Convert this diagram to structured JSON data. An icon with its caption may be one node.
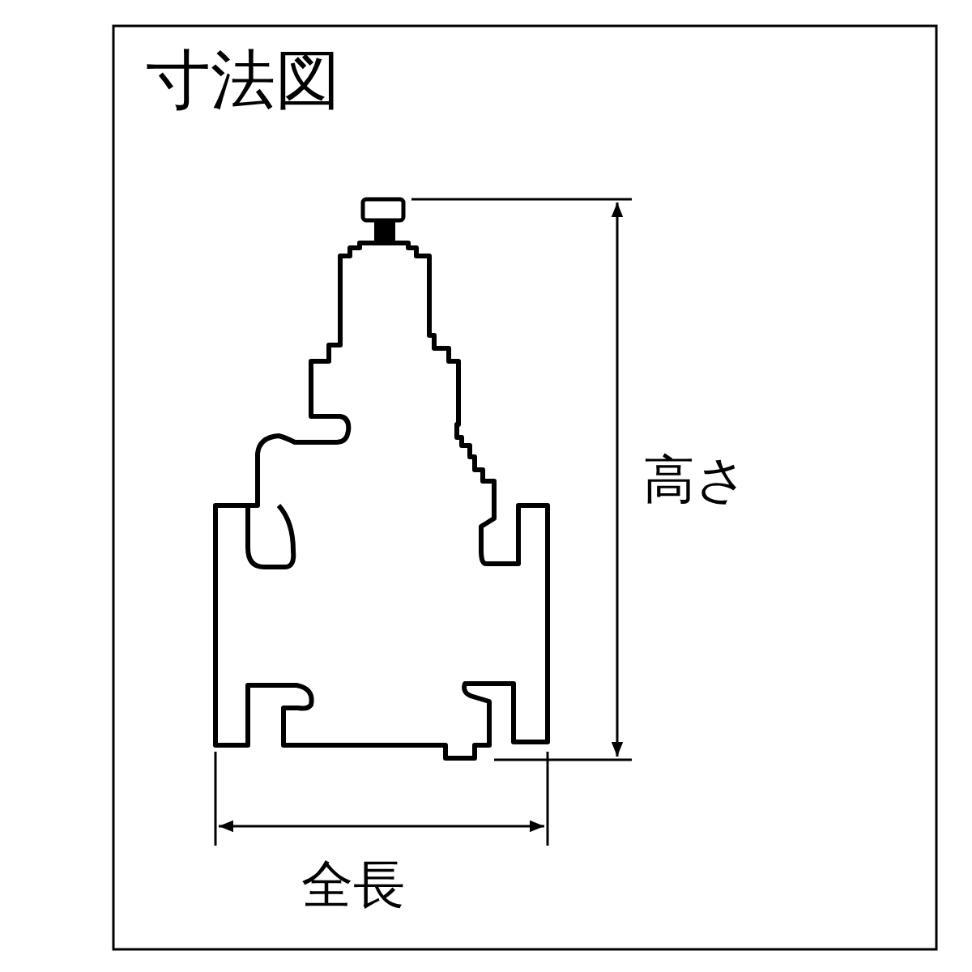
{
  "diagram": {
    "title": "寸法図",
    "labels": [
      "高さ",
      "全長"
    ]
  }
}
